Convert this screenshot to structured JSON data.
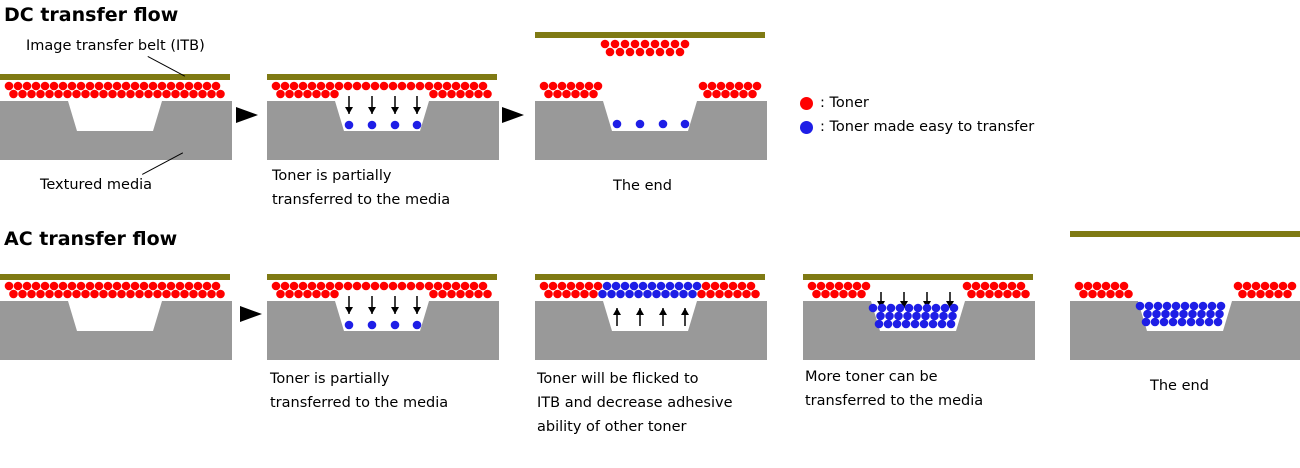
{
  "colors": {
    "toner": "#ff0000",
    "toner_easy": "#1e1ee6",
    "belt": "#7f7a14",
    "media": "#999999",
    "arrow": "#000000"
  },
  "dc": {
    "title": "DC transfer flow",
    "belt_label": "Image transfer belt (ITB)",
    "media_label": "Textured media",
    "caption_2": "Toner is partially\ntransferred to the media",
    "caption_3": "The end"
  },
  "ac": {
    "title": "AC transfer flow",
    "caption_2": "Toner is partially\ntransferred to the media",
    "caption_3": "Toner will be flicked to\nITB and decrease adhesive\nability of other toner",
    "caption_4": "More toner can be\ntransferred to the media",
    "caption_5": "The end"
  },
  "legend": {
    "toner": ": Toner",
    "toner_easy": ": Toner made easy to transfer"
  }
}
